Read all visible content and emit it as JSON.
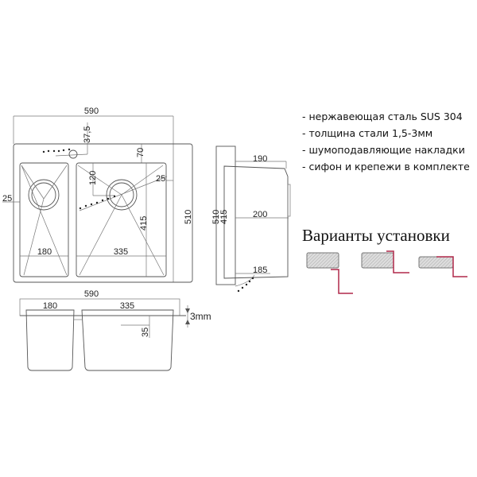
{
  "top_view": {
    "dim_width": "590",
    "dim_faucet": "37,5",
    "dim_70": "70",
    "dim_120": "120",
    "dim_25_right": "25",
    "dim_25_left": "25",
    "dim_415": "415",
    "dim_510": "510",
    "dim_180": "180",
    "dim_335": "335"
  },
  "side_view": {
    "dim_190": "190",
    "dim_200": "200",
    "dim_510": "510",
    "dim_415": "415",
    "dim_185": "185"
  },
  "front_view": {
    "dim_590": "590",
    "dim_180": "180",
    "dim_335": "335",
    "dim_35": "35",
    "dim_3mm": "3mm"
  },
  "features": [
    "- нержавеющая сталь SUS 304",
    "- толщина стали 1,5-3мм",
    "- шумоподавляющие накладки",
    "- сифон и крепежи в комплекте"
  ],
  "install_title": "Варианты установки",
  "colors": {
    "accent": "#b0284a",
    "hatch": "#cfcfcf"
  }
}
